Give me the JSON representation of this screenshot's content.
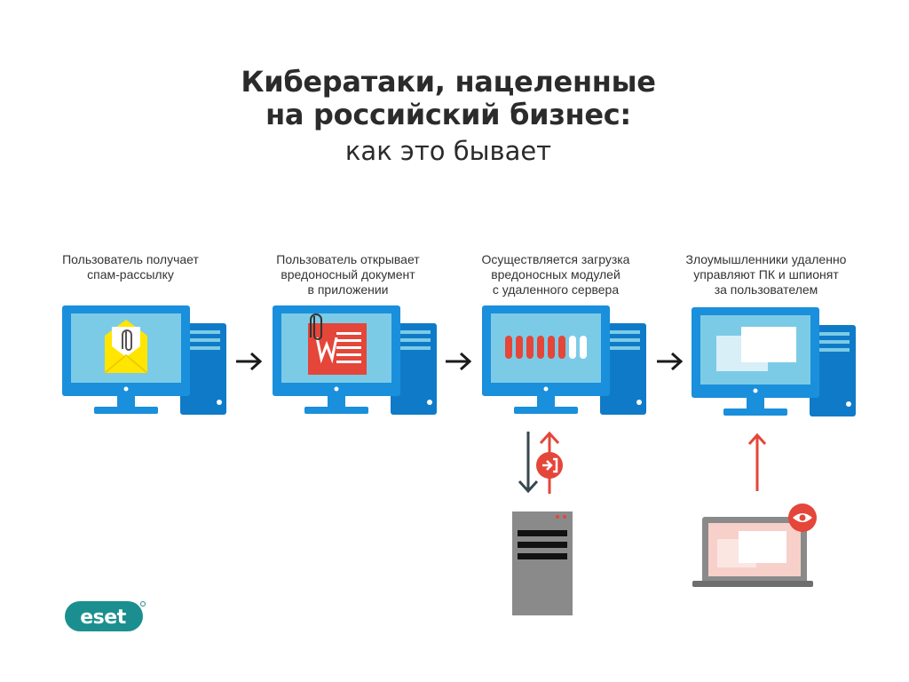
{
  "title": {
    "line1": "Кибератаки, нацеленные",
    "line2": "на российский бизнес:",
    "subtitle": "как это бывает"
  },
  "steps": [
    {
      "lines": [
        "Пользователь получает",
        "спам-рассылку"
      ]
    },
    {
      "lines": [
        "Пользователь открывает",
        "вредоносный документ",
        "в приложении"
      ]
    },
    {
      "lines": [
        "Осуществляется загрузка",
        "вредоносных модулей",
        "с удаленного сервера"
      ]
    },
    {
      "lines": [
        "Злоумышленники удаленно",
        "управляют ПК и шпионят",
        "за пользователем"
      ]
    }
  ],
  "icons": {
    "envelope": "envelope-with-paperclip-icon",
    "document": "word-document-icon",
    "progress": "download-progress-icon",
    "windows": "remote-windows-icon",
    "login": "login-arrow-icon",
    "eye": "eye-icon"
  },
  "progress": {
    "filled": 6,
    "total": 8
  },
  "logo": {
    "text": "ESET"
  },
  "colors": {
    "monitor_blue": "#1a8fdc",
    "screen_light": "#7ccbe6",
    "tower_blue": "#0f7bc8",
    "accent_red": "#e4463a",
    "envelope_yellow": "#ffe500",
    "server_gray": "#8a8a8a",
    "arrow_dark": "#37474f",
    "laptop_pink": "#f8d0ca",
    "eset_teal": "#1b8f8f"
  }
}
